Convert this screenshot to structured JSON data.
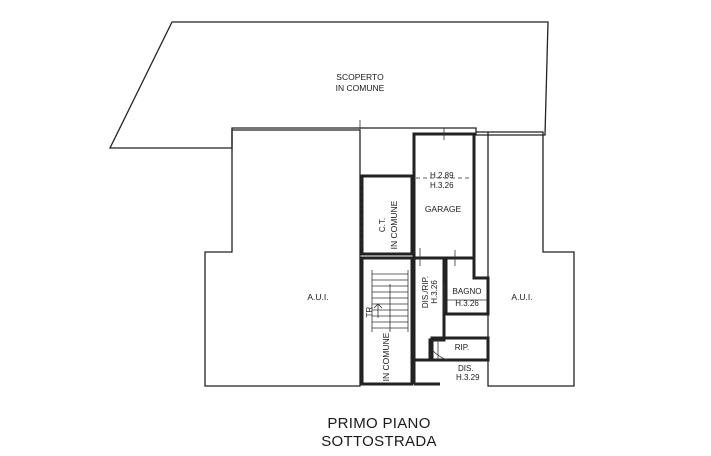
{
  "labels": {
    "scoperto_line1": "SCOPERTO",
    "scoperto_line2": "IN COMUNE",
    "aui_left": "A.U.I.",
    "aui_right": "A.U.I.",
    "garage_h1": "H.2.89",
    "garage_h2": "H.3.26",
    "garage": "GARAGE",
    "ct": "C.T.",
    "in_comune_upper": "IN COMUNE",
    "in_comune_lower": "IN COMUNE",
    "dis_rip": "DIS./RIP.",
    "dis_rip_h": "H.3.26",
    "bagno": "BAGNO",
    "bagno_h": "H.3.26",
    "rip": "RIP.",
    "dis": "DIS.",
    "dis_h": "H.3.29",
    "stair_mark": "TR"
  },
  "title": {
    "line1": "PRIMO PIANO",
    "line2": "SOTTOSTRADA"
  }
}
